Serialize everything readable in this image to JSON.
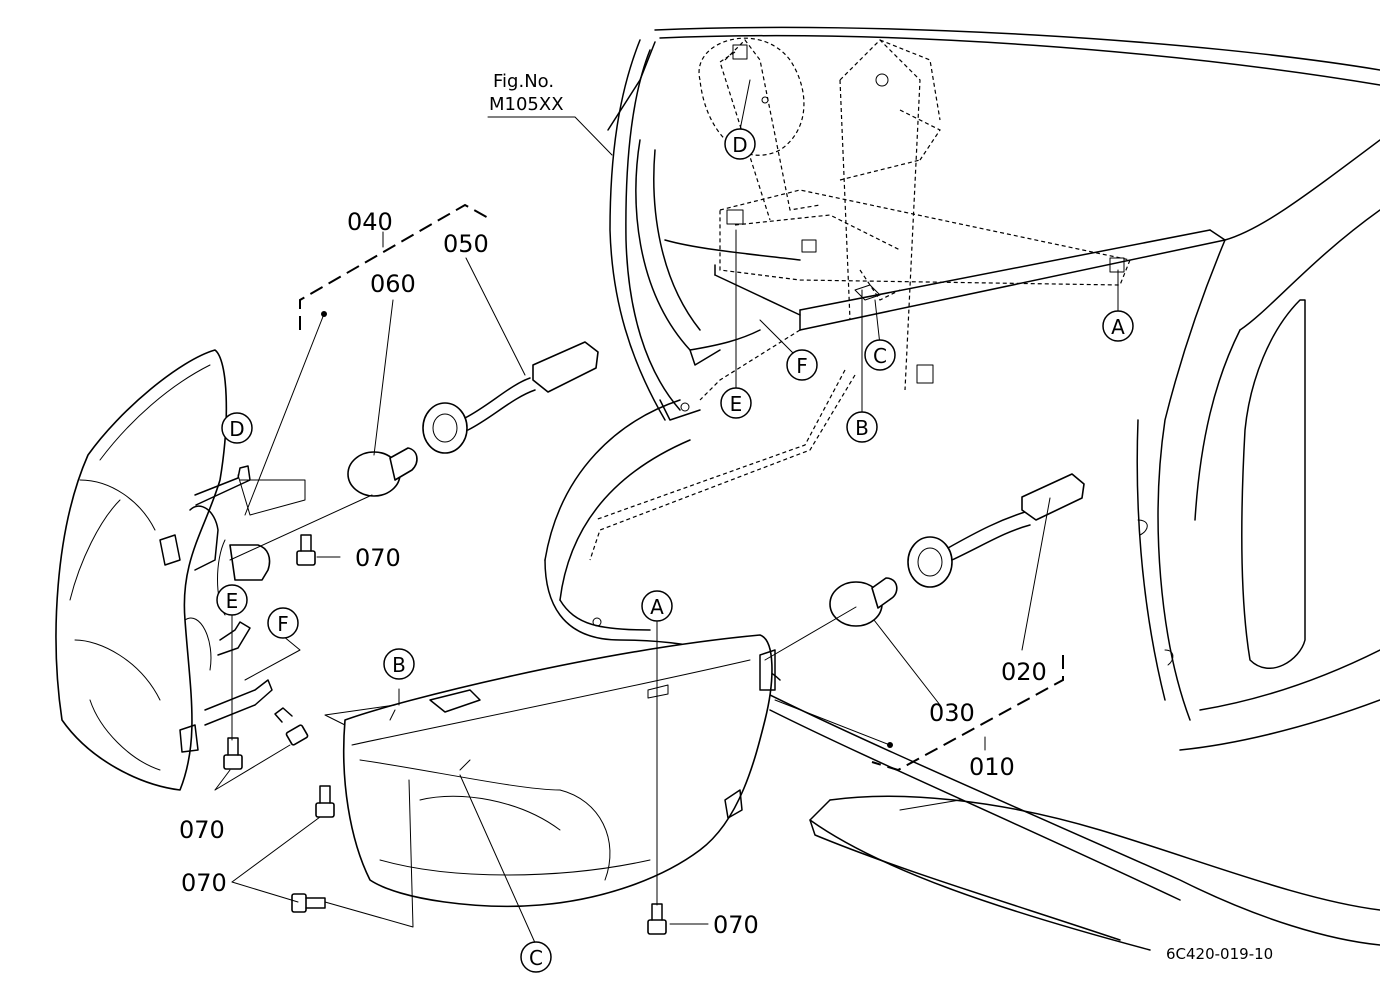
{
  "figure_reference": {
    "line1": "Fig.No.",
    "line2": "M105XX"
  },
  "part_numbers": {
    "p010": "010",
    "p020": "020",
    "p030": "030",
    "p040": "040",
    "p050": "050",
    "p060": "060",
    "p070": "070"
  },
  "callouts": {
    "A": "A",
    "B": "B",
    "C": "C",
    "D": "D",
    "E": "E",
    "F": "F"
  },
  "drawing_code": "6C420-019-10"
}
